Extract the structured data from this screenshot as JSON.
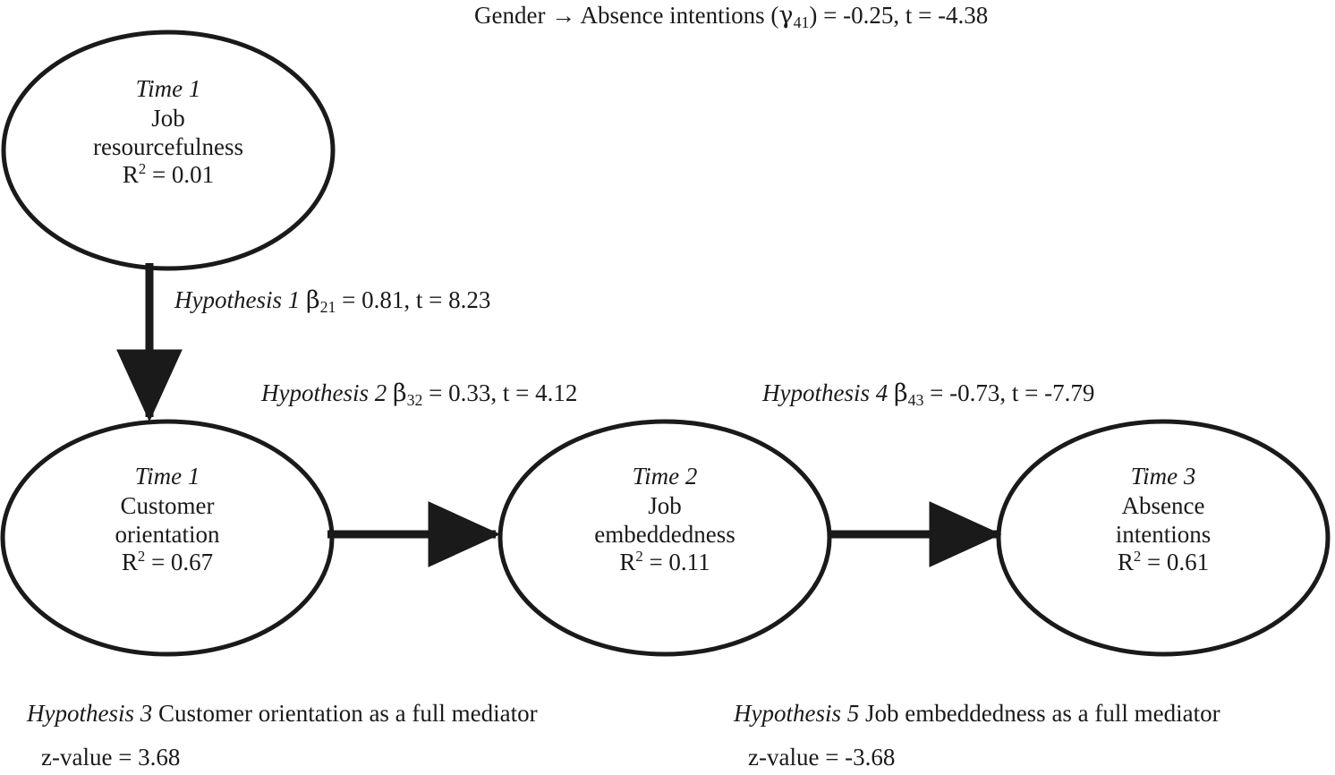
{
  "figure": {
    "type": "path-diagram",
    "background": "#ffffff",
    "stroke_color": "#1a1a1a"
  },
  "top_note": {
    "text": "Gender → Absence intentions (γ41) = -0.25, t = -4.38",
    "prefix": "Gender",
    "arrow": "→",
    "target": "Absence intentions",
    "param_symbol": "γ",
    "param_subscript": "41",
    "coefficient": "-0.25",
    "t_value": "-4.38",
    "parts": {
      "lead": "Gender → Absence intentions (",
      "gamma": "γ",
      "sub": "41",
      "tail": ") = -0.25, t = -4.38"
    }
  },
  "nodes": [
    {
      "id": "job-resourcefulness",
      "time": "Time 1",
      "line1": "Job",
      "line2": "resourcefulness",
      "r2_label": "R",
      "r2_exp": "2",
      "r2_value": "= 0.01"
    },
    {
      "id": "customer-orientation",
      "time": "Time 1",
      "line1": "Customer",
      "line2": "orientation",
      "r2_label": "R",
      "r2_exp": "2",
      "r2_value": "= 0.67"
    },
    {
      "id": "job-embeddedness",
      "time": "Time 2",
      "line1": "Job",
      "line2": "embeddedness",
      "r2_label": "R",
      "r2_exp": "2",
      "r2_value": "= 0.11"
    },
    {
      "id": "absence-intentions",
      "time": "Time 3",
      "line1": "Absence",
      "line2": "intentions",
      "r2_label": "R",
      "r2_exp": "2",
      "r2_value": "= 0.61"
    }
  ],
  "edges": [
    {
      "id": "h1",
      "from": "job-resourcefulness",
      "to": "customer-orientation",
      "hypothesis": "Hypothesis 1",
      "symbol": "β",
      "subscript": "21",
      "coefficient": "= 0.81",
      "t_value": ", t = 8.23"
    },
    {
      "id": "h2",
      "from": "customer-orientation",
      "to": "job-embeddedness",
      "hypothesis": "Hypothesis 2",
      "symbol": "β",
      "subscript": "32",
      "coefficient": "= 0.33",
      "t_value": ", t = 4.12"
    },
    {
      "id": "h4",
      "from": "job-embeddedness",
      "to": "absence-intentions",
      "hypothesis": "Hypothesis 4",
      "symbol": "β",
      "subscript": "43",
      "coefficient": "= -0.73",
      "t_value": ", t = -7.79"
    }
  ],
  "footnotes": [
    {
      "id": "h3",
      "hypothesis": "Hypothesis 3",
      "statement": "Customer orientation as a full mediator",
      "z_line": "z-value = 3.68"
    },
    {
      "id": "h5",
      "hypothesis": "Hypothesis 5",
      "statement": "Job embeddedness as a full mediator",
      "z_line": "z-value = -3.68"
    }
  ]
}
